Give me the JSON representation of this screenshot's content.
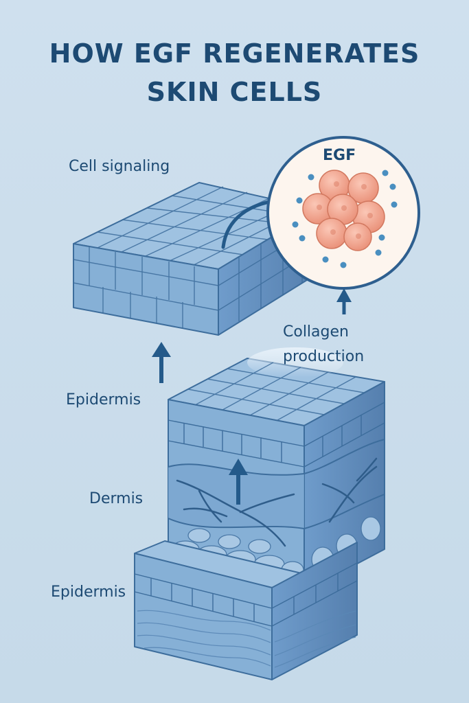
{
  "title": {
    "line1": "HOW EGF REGENERATES",
    "line2": "SKIN CELLS"
  },
  "labels": {
    "cell_signaling": "Cell signaling",
    "egf": "EGF",
    "collagen_line1": "Collagen",
    "collagen_line2": "production",
    "epidermis_upper": "Epidermis",
    "dermis": "Dermis",
    "epidermis_lower": "Epidermis"
  },
  "colors": {
    "background": "#c9dceb",
    "title": "#1d4a73",
    "block_top": "#8fb6d8",
    "block_front": "#7ea9cf",
    "block_side": "#5f8fbd",
    "outline": "#3d6d9c",
    "cell": "#f2a58f",
    "dot": "#4a8fc0",
    "circle_fill": "#fdf5ee"
  }
}
